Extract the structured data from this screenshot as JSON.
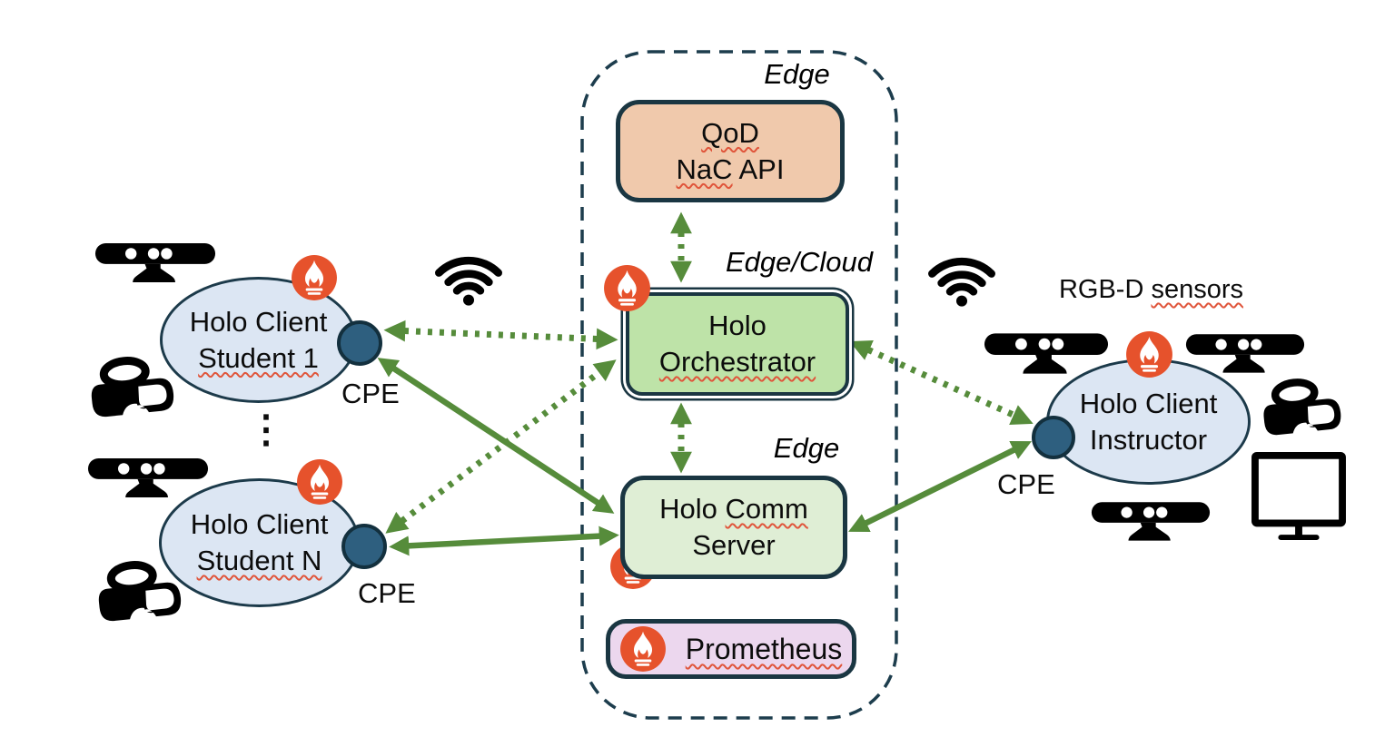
{
  "zones": {
    "edge_top": "Edge",
    "edge_cloud": "Edge/Cloud",
    "edge_mid": "Edge"
  },
  "nodes": {
    "qod": {
      "line1": "QoD",
      "line2_word": "NaC",
      "line2_rest": " API"
    },
    "orchestrator": {
      "line1": "Holo",
      "line2": "Orchestrator"
    },
    "comm_server": {
      "line1_rest": "Holo ",
      "line1_word": "Comm",
      "line2": "Server"
    },
    "prometheus": {
      "label": "Prometheus"
    },
    "student1": {
      "line1": "Holo Client",
      "line2": "Student 1",
      "cpe_label": "CPE"
    },
    "studentN": {
      "line1": "Holo Client",
      "line2": "Student N",
      "cpe_label": "CPE"
    },
    "instructor": {
      "line1": "Holo Client",
      "line2": "Instructor",
      "cpe_label": "CPE"
    }
  },
  "labels": {
    "rgbd_prefix": "RGB-D ",
    "rgbd_word": "sensors",
    "vertical_ellipsis": "⋮"
  },
  "colors": {
    "qod_fill": "#f0c9ac",
    "orchestrator_fill": "#bee3a8",
    "comm_fill": "#dfeed5",
    "prometheus_fill": "#ecd7ee",
    "client_fill": "#dce6f3",
    "cpe_fill": "#2e5f7f",
    "border_dark": "#1a3642",
    "container_dash": "#1d3d4d",
    "arrow_green": "#568c3b",
    "prometheus_orange": "#e6522c",
    "squiggle_red": "#e0553b"
  },
  "icons": [
    {
      "name": "prometheus-icon",
      "meaning": "Prometheus monitoring agent",
      "color": "#e6522c"
    },
    {
      "name": "kinect-icon",
      "meaning": "RGB-D depth camera sensor"
    },
    {
      "name": "vr-headset-icon",
      "meaning": "VR head-mounted display"
    },
    {
      "name": "monitor-icon",
      "meaning": "Display monitor"
    },
    {
      "name": "wifi-icon",
      "meaning": "Wireless access link"
    },
    {
      "name": "cpe-node",
      "meaning": "Customer premises equipment"
    }
  ]
}
